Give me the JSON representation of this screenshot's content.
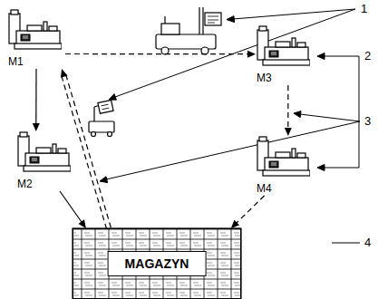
{
  "diagram": {
    "nodes": [
      {
        "text": [
          "M1"
        ]
      },
      {
        "text": [
          "M3"
        ]
      },
      {
        "text": [
          "M2"
        ]
      },
      {
        "text": [
          "M4"
        ]
      },
      {
        "text": [
          "MAGAZYN"
        ]
      }
    ],
    "edges": [
      {
        "from": 0,
        "to": 1,
        "arrow": "to"
      },
      {
        "from": 0,
        "to": 2,
        "arrow": "to"
      },
      {
        "from": 1,
        "to": 3,
        "arrow": "to"
      },
      {
        "from": 2,
        "to": 4,
        "arrow": "to"
      },
      {
        "from": 3,
        "to": 4,
        "arrow": "to"
      },
      {
        "from": 4,
        "to": 0,
        "arrow": "to"
      }
    ],
    "labels": [
      "1",
      "2",
      "3",
      "4"
    ]
  }
}
